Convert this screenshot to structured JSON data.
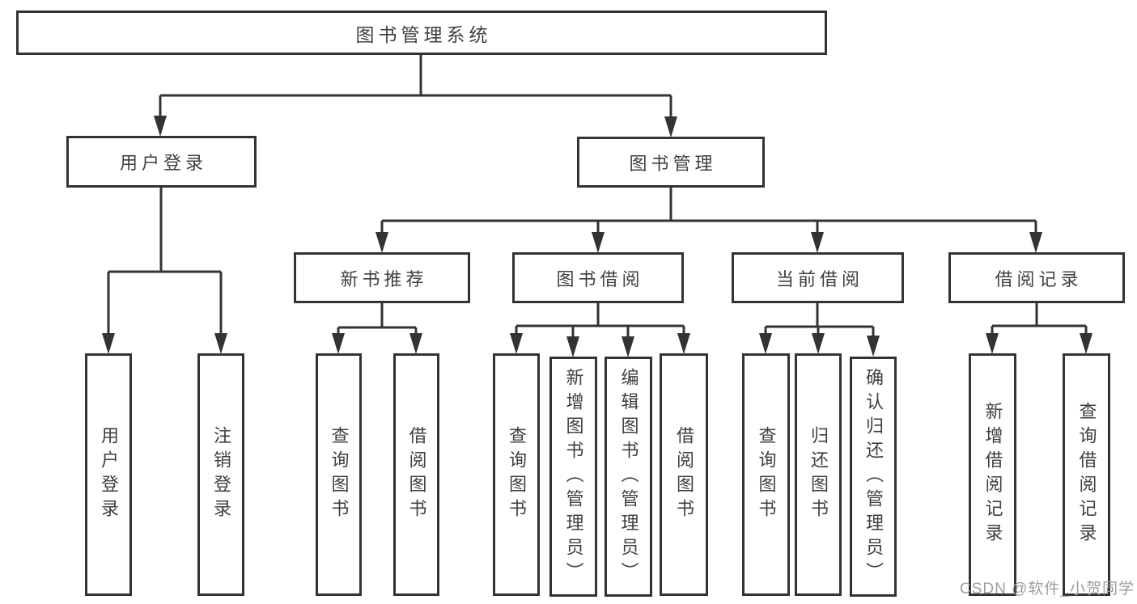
{
  "root": {
    "label": "图书管理系统"
  },
  "level1": {
    "user_login": {
      "label": "用户登录",
      "leaves": [
        "用户登录",
        "注销登录"
      ]
    },
    "book_management": {
      "label": "图书管理"
    }
  },
  "level2": {
    "new_book_recommend": {
      "label": "新书推荐",
      "leaves": [
        "查询图书",
        "借阅图书"
      ]
    },
    "book_borrowing": {
      "label": "图书借阅",
      "leaves": [
        "查询图书",
        "新增图书（管理员）",
        "编辑图书（管理员）",
        "借阅图书"
      ]
    },
    "current_borrowing": {
      "label": "当前借阅",
      "leaves": [
        "查询图书",
        "归还图书",
        "确认归还（管理员）"
      ]
    },
    "borrowing_records": {
      "label": "借阅记录",
      "leaves": [
        "新增借阅记录",
        "查询借阅记录"
      ]
    }
  },
  "watermark": {
    "text": "CSDN @软件_小贺同学"
  },
  "colors": {
    "line": "#333333",
    "text": "#3e4043",
    "box_background": "#ffffff",
    "page_background": "#ffffff",
    "watermark": "#9d9d9d"
  }
}
